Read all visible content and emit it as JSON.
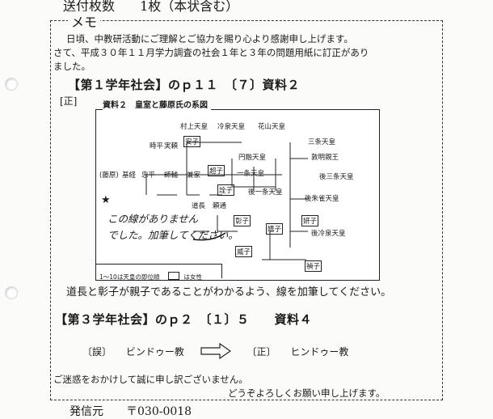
{
  "header": {
    "top_label": "送付枚数",
    "top_value": "1枚（本状含む）",
    "memo_label": "メモ",
    "footer_cut": "発信元　　〒030-0018"
  },
  "body": {
    "line1": "日頃、中教研活動にご理解とご協力を賜り心より感謝申し上げます。",
    "line2": "さて、平成３０年１１月学力調査の社会１年と３年の問題用紙に訂正があり",
    "line3": "ました。",
    "heading1": "【第１学年社会】のｐ１１　〔７〕資料２",
    "correct_tag": "[正]",
    "instruction": "道長と彰子が親子であることがわかるよう、線を加筆してください。",
    "heading2": "【第３学年社会】のｐ２　〔１〕５　　資料４",
    "wrong_tag": "〔誤〕",
    "wrong_word": "ビンドゥー教",
    "right_tag": "〔正〕",
    "right_word": "ヒンドゥー教",
    "apology": "ご迷惑をおかけして誠に申し訳ございません。",
    "closing": "どうぞよろしくお願い申し上げます。"
  },
  "figure": {
    "title": "資料２　皇室と藤原氏の系図",
    "names": {
      "murakami": "村上天皇",
      "reizei": "冷泉天皇",
      "kazan": "花山天皇",
      "sanjo": "三条天皇",
      "enyu": "円融天皇",
      "atsuakira": "敦明親王",
      "goichijo": "後一条天皇",
      "ichijo": "一条天皇",
      "gosanjo": "後三条天皇",
      "gosuzaku": "後朱雀天皇",
      "goreizei": "後冷泉天皇",
      "tokihira": "時平",
      "saneyori": "実頼",
      "anshi": "安子",
      "fujiwara": "(藤原)",
      "mototsune": "基経",
      "tadahira": "忠平",
      "morosuke": "師輔",
      "kaneie": "兼家",
      "choshi": "超子",
      "senshi": "詮子",
      "michinaga": "道長",
      "yorimichi": "頼通",
      "shoshi": "彰子",
      "kishi": "嬉子",
      "ishi": "威子",
      "kenshi": "妍子",
      "teishi": "禎子"
    },
    "note_order": "1～10は天皇の即位順",
    "note_female": "は女性",
    "handwritten_line1": "この線がありません",
    "handwritten_line2": "でした。加筆してください。",
    "star": "★"
  }
}
